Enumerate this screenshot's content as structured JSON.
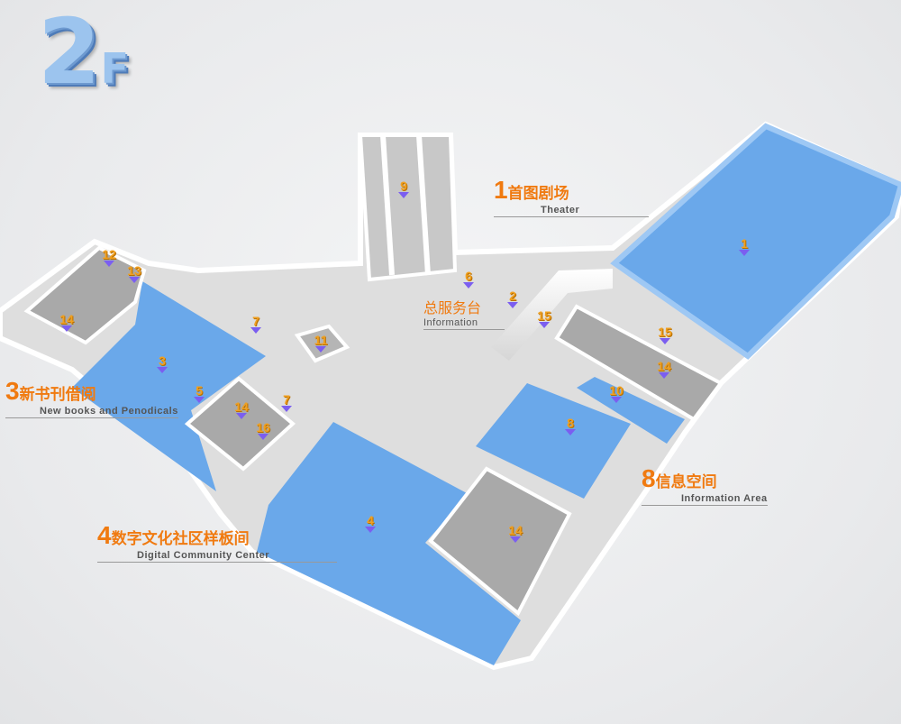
{
  "floor": {
    "number": "2",
    "suffix": "F"
  },
  "colors": {
    "area": "#6aa8ea",
    "marker": "#7b5ef0",
    "label": "#f07a10",
    "number": "#f0a020"
  },
  "areas": [
    {
      "num": "1",
      "zh": "首图剧场",
      "en": "Theater"
    },
    {
      "num": "",
      "zh": "总服务台",
      "en": "Information"
    },
    {
      "num": "3",
      "zh": "新书刊借阅",
      "en": "New books and Penodicals"
    },
    {
      "num": "4",
      "zh": "数字文化社区样板间",
      "en": "Digital Community Center"
    },
    {
      "num": "8",
      "zh": "信息空间",
      "en": "Information Area"
    }
  ],
  "markers": [
    "9",
    "1",
    "6",
    "2",
    "15",
    "15",
    "14",
    "10",
    "8",
    "12",
    "13",
    "14",
    "7",
    "11",
    "3",
    "5",
    "14",
    "7",
    "16",
    "4",
    "14"
  ]
}
